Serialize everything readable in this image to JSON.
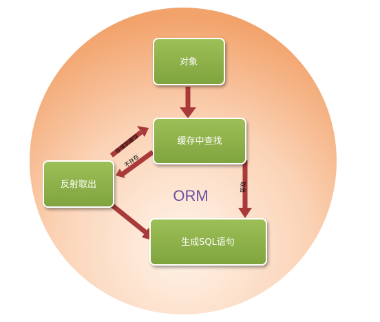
{
  "diagram": {
    "center_label": "ORM",
    "nodes": [
      {
        "id": "object",
        "label": "对象"
      },
      {
        "id": "cache_lookup",
        "label": "缓存中查找"
      },
      {
        "id": "reflect_fetch",
        "label": "反射取出"
      },
      {
        "id": "generate_sql",
        "label": "生成SQL语句"
      }
    ],
    "edges": [
      {
        "from": "object",
        "to": "cache_lookup",
        "label": ""
      },
      {
        "from": "reflect_fetch",
        "to": "cache_lookup",
        "label": "存储到缓存"
      },
      {
        "from": "cache_lookup",
        "to": "reflect_fetch",
        "label": "不存在"
      },
      {
        "from": "cache_lookup",
        "to": "generate_sql",
        "label": "取出"
      },
      {
        "from": "reflect_fetch",
        "to": "generate_sql",
        "label": ""
      }
    ]
  },
  "colors": {
    "circle_inner": "#fde7d6",
    "circle_outer": "#f3a772",
    "node_fill": "#8cb04a",
    "node_stroke": "#ffffff",
    "arrow": "#a83a3a"
  }
}
